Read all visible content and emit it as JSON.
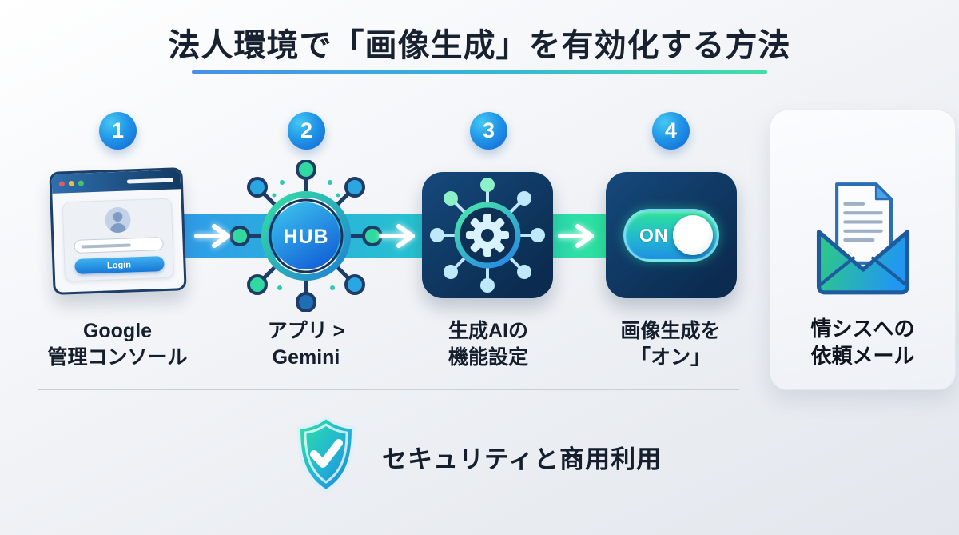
{
  "title": {
    "text": "法人環境で「画像生成」を有効化する方法"
  },
  "steps": [
    {
      "number": "1",
      "icon": "browser-login-icon",
      "lines": [
        "Google",
        "管理コンソール"
      ]
    },
    {
      "number": "2",
      "icon": "hub-network-icon",
      "hub_label": "HUB",
      "lines": [
        "アプリ >",
        "Gemini"
      ]
    },
    {
      "number": "3",
      "icon": "gear-network-icon",
      "lines": [
        "生成AIの",
        "機能設定"
      ]
    },
    {
      "number": "4",
      "icon": "toggle-on-icon",
      "toggle_label": "ON",
      "lines": [
        "画像生成を",
        "「オン」"
      ]
    }
  ],
  "browser": {
    "login_button": "Login"
  },
  "side_card": {
    "icon": "email-document-icon",
    "lines": [
      "情シスへの",
      "依頼メール"
    ]
  },
  "footer": {
    "icon": "shield-check-icon",
    "text": "セキュリティと商用利用"
  },
  "colors": {
    "band_start": "#2f9ce8",
    "band_mid": "#27c3cf",
    "band_end": "#2ee59b",
    "tile_navy": "#0b2c50",
    "accent_blue": "#1778d6",
    "accent_green": "#2fe39a",
    "underline_start": "#4a8fe8",
    "underline_end": "#3fe0a6"
  }
}
